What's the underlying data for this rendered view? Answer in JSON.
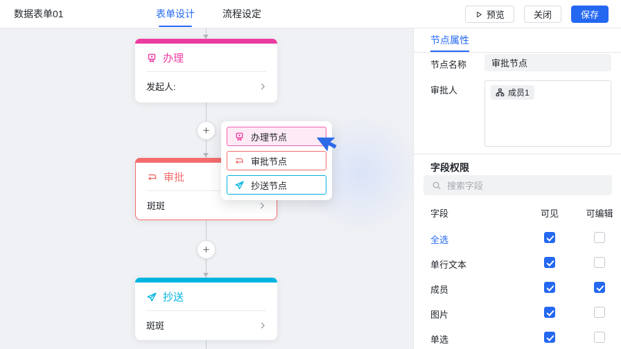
{
  "header": {
    "title": "数据表单01",
    "tabs": [
      {
        "label": "表单设计",
        "active": true
      },
      {
        "label": "流程设定",
        "active": false
      }
    ],
    "actions": {
      "preview": "预览",
      "close": "关闭",
      "save": "保存"
    }
  },
  "colors": {
    "accent_blue": "#2468f2",
    "node_pink": "#ec3ca1",
    "node_red": "#f56c6c",
    "node_cyan": "#00b4e0",
    "canvas_bg": "#f0f1f4"
  },
  "canvas": {
    "nodes": [
      {
        "title": "办理",
        "field": "发起人:",
        "icon": "stamp-icon"
      },
      {
        "title": "审批",
        "field": "斑斑",
        "icon": "route-icon",
        "selected": true
      },
      {
        "title": "抄送",
        "field": "斑斑",
        "icon": "send-icon"
      }
    ],
    "menu": {
      "items": [
        {
          "label": "办理节点",
          "icon": "stamp-icon",
          "hovered": true
        },
        {
          "label": "审批节点",
          "icon": "route-icon",
          "hovered": false
        },
        {
          "label": "抄送节点",
          "icon": "send-icon",
          "hovered": false
        }
      ]
    }
  },
  "panel": {
    "tab": "节点属性",
    "node_name_label": "节点名称",
    "node_name_value": "审批节点",
    "approver_label": "审批人",
    "approver_tag": "成员1",
    "section_title": "字段权限",
    "search_placeholder": "搜索字段",
    "table": {
      "headers": {
        "field": "字段",
        "visible": "可见",
        "editable": "可编辑"
      },
      "rows": [
        {
          "label": "全选",
          "is_link": true,
          "visible": true,
          "editable": false
        },
        {
          "label": "单行文本",
          "is_link": false,
          "visible": true,
          "editable": false
        },
        {
          "label": "成员",
          "is_link": false,
          "visible": true,
          "editable": true
        },
        {
          "label": "图片",
          "is_link": false,
          "visible": true,
          "editable": false
        },
        {
          "label": "单选",
          "is_link": false,
          "visible": true,
          "editable": false
        }
      ]
    }
  }
}
